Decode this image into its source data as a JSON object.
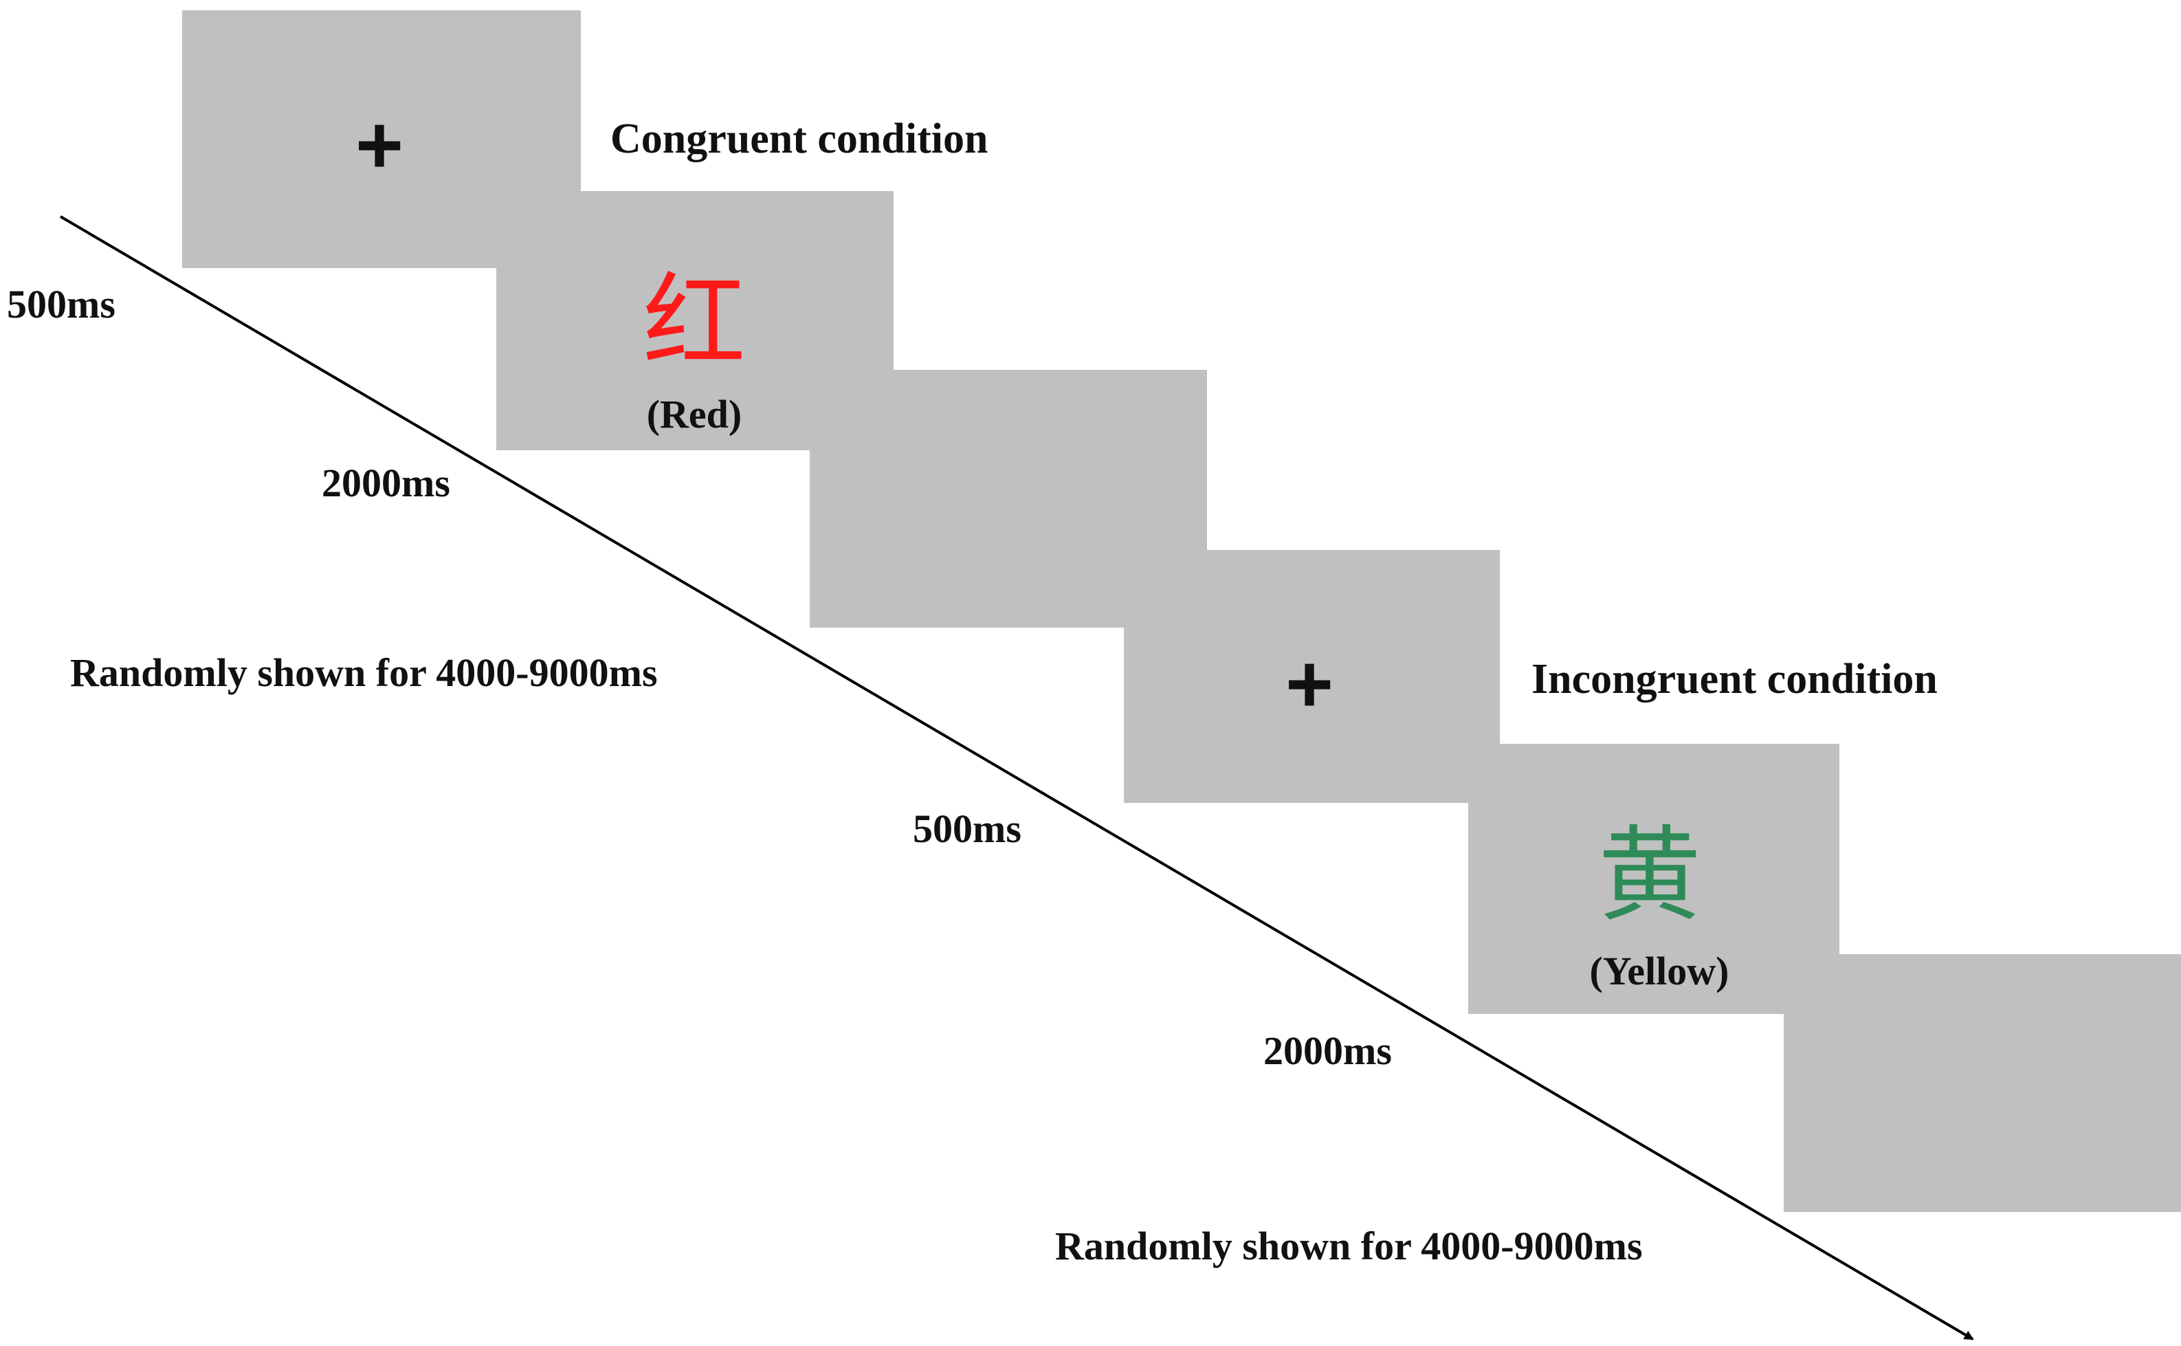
{
  "diagram": {
    "congruent": {
      "title": "Congruent condition",
      "fixation": "+",
      "word": "红",
      "word_translation": "(Red)",
      "word_color": "#ff1a1a",
      "durations": {
        "fixation": "500ms",
        "word": "2000ms",
        "blank": "Randomly shown for 4000-9000ms"
      }
    },
    "incongruent": {
      "title": "Incongruent condition",
      "fixation": "+",
      "word": "黄",
      "word_translation": "(Yellow)",
      "word_color": "#2e8b57",
      "durations": {
        "fixation": "500ms",
        "word": "2000ms",
        "blank": "Randomly shown for 4000-9000ms"
      }
    },
    "colors": {
      "screen": "#c0c0c0",
      "text": "#111111",
      "arrow": "#000000"
    }
  }
}
